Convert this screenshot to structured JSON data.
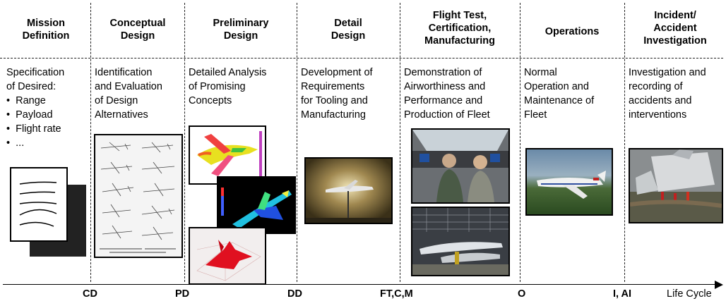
{
  "phases": [
    {
      "title_lines": [
        "Mission",
        "Definition"
      ],
      "desc_lines": [
        "Specification",
        "of Desired:"
      ],
      "bullets": [
        "Range",
        "Payload",
        "Flight rate",
        "..."
      ]
    },
    {
      "title_lines": [
        "Conceptual",
        "Design"
      ],
      "desc_lines": [
        "Identification",
        "and Evaluation",
        "of Design",
        "Alternatives"
      ]
    },
    {
      "title_lines": [
        "Preliminary",
        "Design"
      ],
      "desc_lines": [
        "Detailed Analysis",
        "of Promising",
        "Concepts"
      ]
    },
    {
      "title_lines": [
        "Detail",
        "Design"
      ],
      "desc_lines": [
        "Development of",
        "Requirements",
        "for Tooling and",
        "Manufacturing"
      ]
    },
    {
      "title_lines": [
        "Flight Test,",
        "Certification,",
        "Manufacturing"
      ],
      "desc_lines": [
        "Demonstration of",
        "Airworthiness and",
        "Performance and",
        "Production of Fleet"
      ]
    },
    {
      "title_lines": [
        "Operations"
      ],
      "desc_lines": [
        "Normal",
        "Operation and",
        "Maintenance of",
        "Fleet"
      ]
    },
    {
      "title_lines": [
        "Incident/",
        "Accident",
        "Investigation"
      ],
      "desc_lines": [
        "Investigation and",
        "recording of",
        "accidents and",
        "interventions"
      ]
    }
  ],
  "milestones": [
    "CD",
    "PD",
    "DD",
    "FT,C,M",
    "O",
    "I, AI"
  ],
  "axis_label": "Life Cycle",
  "bullet_glyph": "•",
  "images": {
    "document": "document-icon",
    "conceptual": "conceptual-sketches-image",
    "prelim_cfd": "cfd-analysis-image",
    "detail": "wind-tunnel-image",
    "flight_test": "cockpit-image",
    "manufacturing": "assembly-hangar-image",
    "operations": "airliner-in-flight-image",
    "incident": "crash-site-image"
  }
}
